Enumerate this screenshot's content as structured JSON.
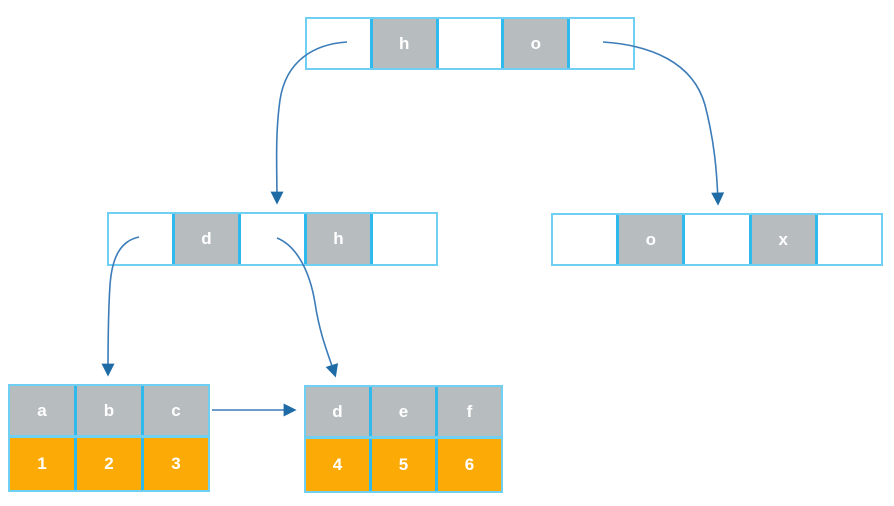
{
  "colors": {
    "box_border": "#6FD0F4",
    "cell_divider": "#2FB9EC",
    "key_fill": "#B7BCBF",
    "value_fill": "#FCAB06",
    "arrow_line": "#3C7CB8",
    "arrow_head": "#1E6BA6",
    "text": "#FFFFFF",
    "background": "#FFFFFF"
  },
  "nodes": {
    "root": {
      "cells": [
        "",
        "h",
        "",
        "o",
        ""
      ]
    },
    "internal_left": {
      "cells": [
        "",
        "d",
        "",
        "h",
        ""
      ]
    },
    "internal_right": {
      "cells": [
        "",
        "o",
        "",
        "x",
        ""
      ]
    },
    "leaf_left": {
      "keys": [
        "a",
        "b",
        "c"
      ],
      "values": [
        "1",
        "2",
        "3"
      ]
    },
    "leaf_right": {
      "keys": [
        "d",
        "e",
        "f"
      ],
      "values": [
        "4",
        "5",
        "6"
      ]
    }
  },
  "edges": [
    {
      "from": "root.pointer_0",
      "to": "internal_left"
    },
    {
      "from": "root.pointer_2",
      "to": "internal_right"
    },
    {
      "from": "internal_left.pointer_0",
      "to": "leaf_left"
    },
    {
      "from": "internal_left.pointer_1",
      "to": "leaf_right"
    },
    {
      "from": "leaf_left.sibling_link",
      "to": "leaf_right"
    }
  ]
}
